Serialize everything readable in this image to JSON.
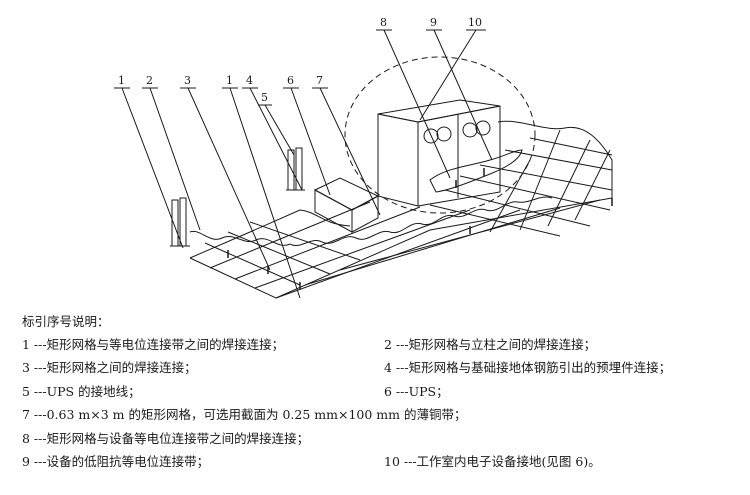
{
  "callouts": [
    "1",
    "2",
    "3",
    "1",
    "4",
    "5",
    "6",
    "7",
    "8",
    "9",
    "10"
  ],
  "legend": {
    "title": "标引序号说明：",
    "items": [
      "1 ---矩形网格与等电位连接带之间的焊接连接；",
      "2 ---矩形网格与立柱之间的焊接连接；",
      "3 ---矩形网格之间的焊接连接；",
      "4 ---矩形网格与基础接地体钢筋引出的预埋件连接；",
      "5 ---UPS 的接地线；",
      "6 ---UPS；",
      "7 ---0.63 m×3 m 的矩形网格，可选用截面为 0.25 mm×100 mm 的薄铜带；",
      "8 ---矩形网格与设备等电位连接带之间的焊接连接；",
      "9 ---设备的低阻抗等电位连接带；",
      "10 ---工作室内电子设备接地(见图 6)。"
    ]
  }
}
